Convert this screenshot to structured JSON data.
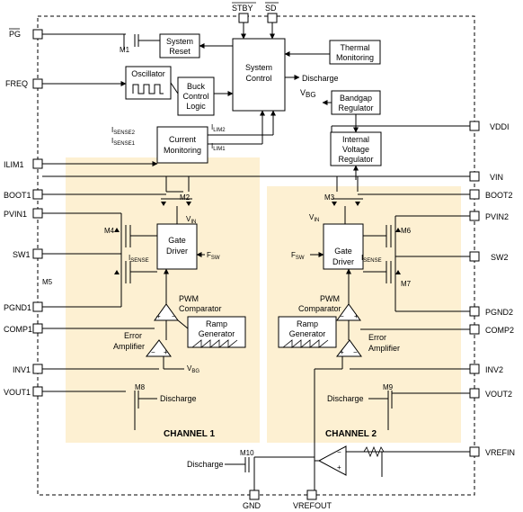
{
  "pins": {
    "pg": "PG",
    "freq": "FREQ",
    "ilim1": "ILIM1",
    "boot1": "BOOT1",
    "pvin1": "PVIN1",
    "sw1": "SW1",
    "pgnd1": "PGND1",
    "comp1": "COMP1",
    "inv1": "INV1",
    "vout1": "VOUT1",
    "stby": "STBY",
    "sd": "SD",
    "vddi": "VDDI",
    "vin": "VIN",
    "boot2": "BOOT2",
    "pvin2": "PVIN2",
    "sw2": "SW2",
    "pgnd2": "PGND2",
    "comp2": "COMP2",
    "inv2": "INV2",
    "vout2": "VOUT2",
    "vrefin": "VREFIN",
    "gnd": "GND",
    "vrefout": "VREFOUT"
  },
  "blocks": {
    "system_reset": [
      "System",
      "Reset"
    ],
    "system_control": [
      "System",
      "Control"
    ],
    "thermal_monitoring": [
      "Thermal",
      "Monitoring"
    ],
    "oscillator": "Oscillator",
    "buck_control_logic": [
      "Buck",
      "Control",
      "Logic"
    ],
    "bandgap_regulator": [
      "Bandgap",
      "Regulator"
    ],
    "current_monitoring": [
      "Current",
      "Monitoring"
    ],
    "internal_voltage_regulator": [
      "Internal",
      "Voltage",
      "Regulator"
    ],
    "gate_driver": [
      "Gate",
      "Driver"
    ],
    "ramp_generator": [
      "Ramp",
      "Generator"
    ]
  },
  "labels": {
    "discharge": "Discharge",
    "vbg": "V",
    "vbg_sub": "BG",
    "isense": "I",
    "isense_sub": "SENSE",
    "isense2_sub": "SENSE2",
    "isense1_sub": "SENSE1",
    "ilim": "I",
    "ilim2_sub": "LIM2",
    "ilim1_sub": "LIM1",
    "vin": "V",
    "vin_sub": "IN",
    "fsw": "F",
    "fsw_sub": "SW",
    "pwm": "PWM",
    "comparator": "Comparator",
    "error": "Error",
    "amplifier": "Amplifier",
    "plus": "+",
    "minus": "−"
  },
  "transistors": {
    "m1": "M1",
    "m2": "M2",
    "m3": "M3",
    "m4": "M4",
    "m5": "M5",
    "m6": "M6",
    "m7": "M7",
    "m8": "M8",
    "m9": "M9",
    "m10": "M10"
  },
  "channels": {
    "ch1": "CHANNEL 1",
    "ch2": "CHANNEL 2"
  },
  "colors": {
    "channel_fill": "#fdf0d2",
    "line": "#000000"
  }
}
